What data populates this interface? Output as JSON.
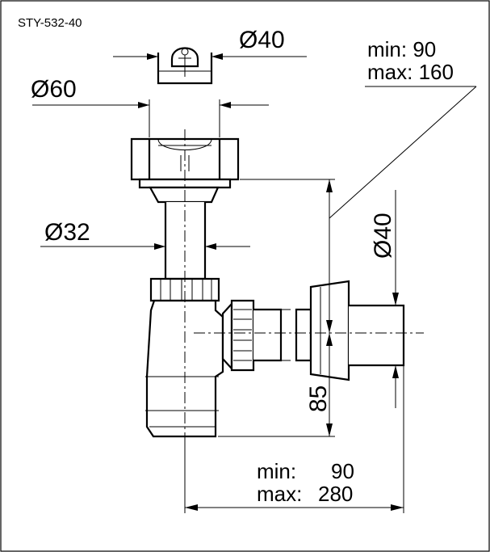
{
  "model_code": "STY-532-40",
  "dimensions": {
    "grate_diameter": "Ø40",
    "inlet_diameter": "Ø60",
    "tube_diameter": "Ø32",
    "outlet_diameter": "Ø40",
    "height_offset": "85",
    "vertical_range": {
      "min_label": "min: 90",
      "max_label": "max: 160"
    },
    "horizontal_range": {
      "min_label": "min:",
      "min_value": "90",
      "max_label": "max:",
      "max_value": "280"
    }
  }
}
